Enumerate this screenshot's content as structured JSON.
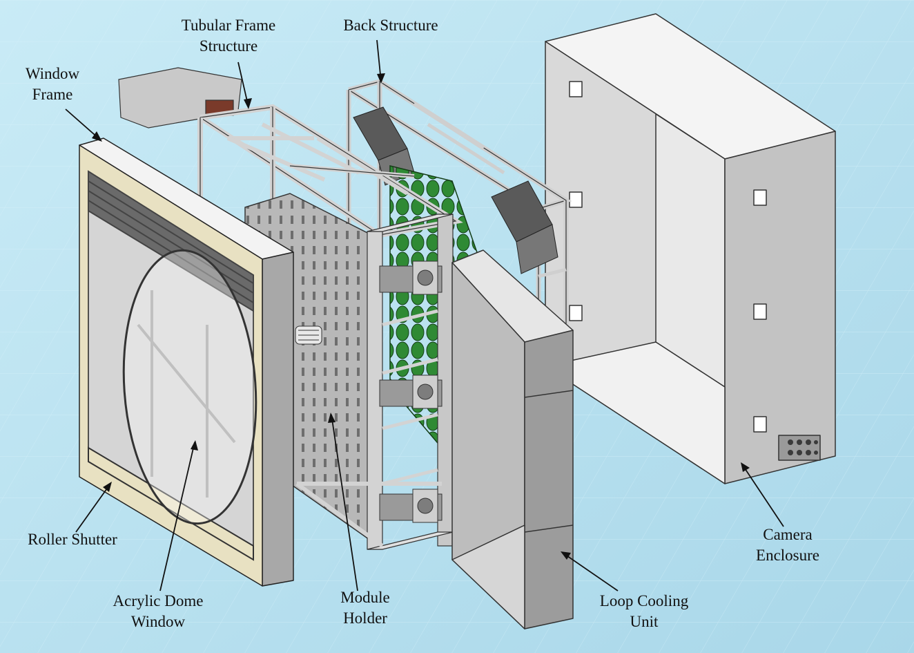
{
  "labels": {
    "tubular_frame": {
      "line1": "Tubular Frame",
      "line2": "Structure"
    },
    "back_structure": "Back Structure",
    "window_frame": {
      "line1": "Window",
      "line2": "Frame"
    },
    "roller_shutter": "Roller Shutter",
    "acrylic_dome": {
      "line1": "Acrylic Dome",
      "line2": "Window"
    },
    "module_holder": {
      "line1": "Module",
      "line2": "Holder"
    },
    "loop_cooling": {
      "line1": "Loop Cooling",
      "line2": "Unit"
    },
    "camera_enclosure": {
      "line1": "Camera",
      "line2": "Enclosure"
    }
  },
  "colors": {
    "background": "#bfe3f0",
    "metal_light": "#dcdcdc",
    "metal_mid": "#b4b4b4",
    "metal_dark": "#808080",
    "cream": "#e8e1c2",
    "sipm_green": "#2f8a34",
    "outline": "#333333"
  }
}
